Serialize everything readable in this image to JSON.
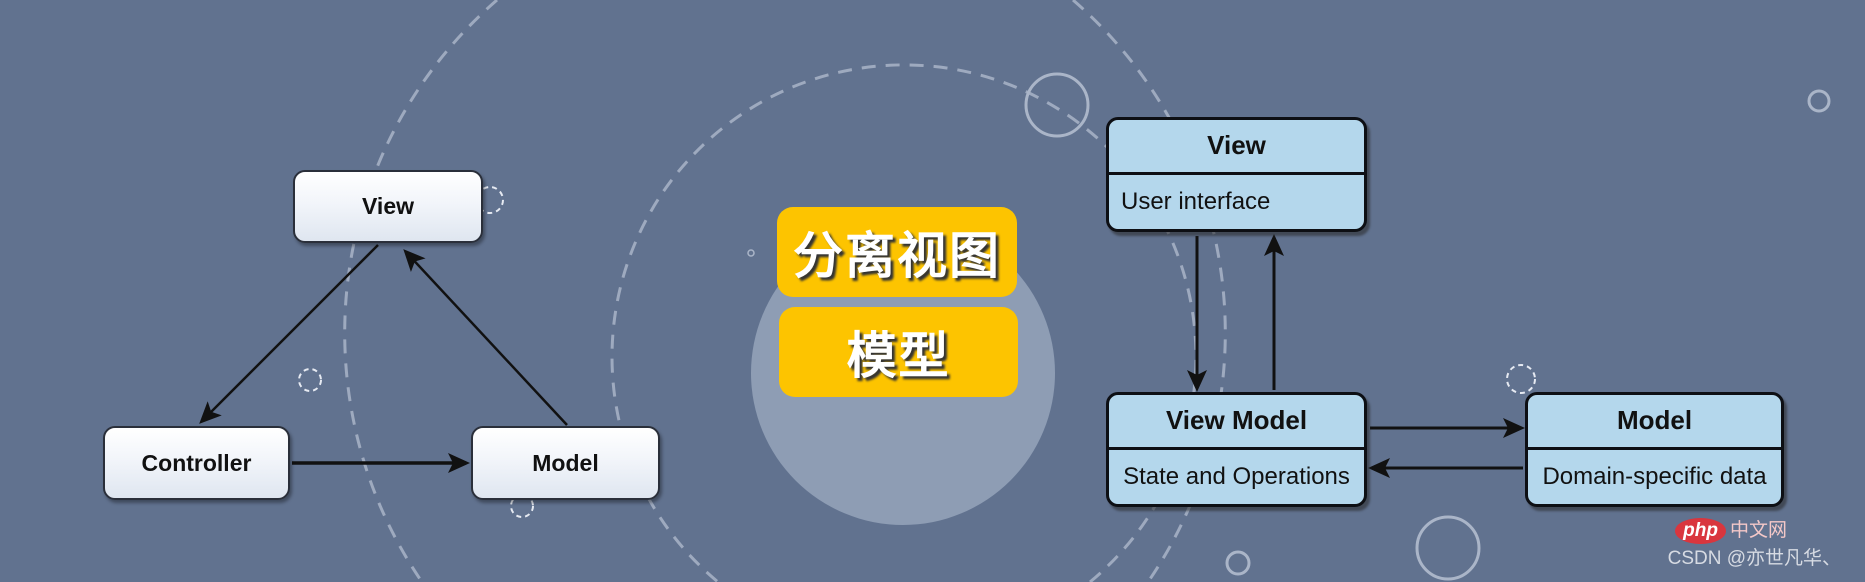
{
  "mvc": {
    "view": "View",
    "controller": "Controller",
    "model": "Model"
  },
  "center_labels": {
    "line1": "分离视图",
    "line2": "模型"
  },
  "mvvm": {
    "view": {
      "title": "View",
      "subtitle": "User interface"
    },
    "view_model": {
      "title": "View Model",
      "subtitle": "State and Operations"
    },
    "model": {
      "title": "Model",
      "subtitle": "Domain-specific data"
    }
  },
  "watermark": {
    "site_logo": "php",
    "site_name": "中文网",
    "author": "CSDN @亦世凡华、"
  },
  "colors": {
    "background": "#61728f",
    "label_bg": "#fdc400",
    "mvvm_box": "#b4d7ec"
  }
}
